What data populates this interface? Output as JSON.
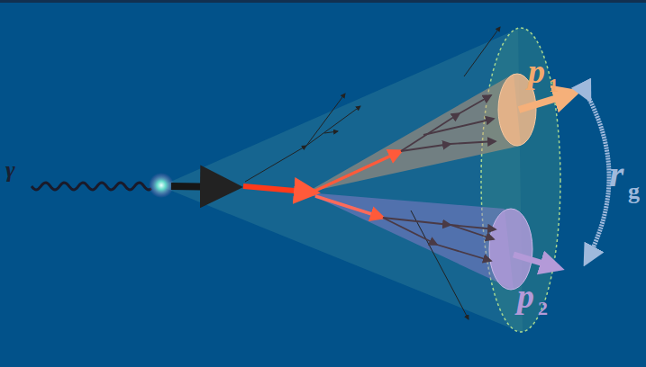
{
  "diagram": {
    "labels": [
      "γ",
      "p",
      "1",
      "p",
      "2",
      "r",
      "g"
    ]
  }
}
